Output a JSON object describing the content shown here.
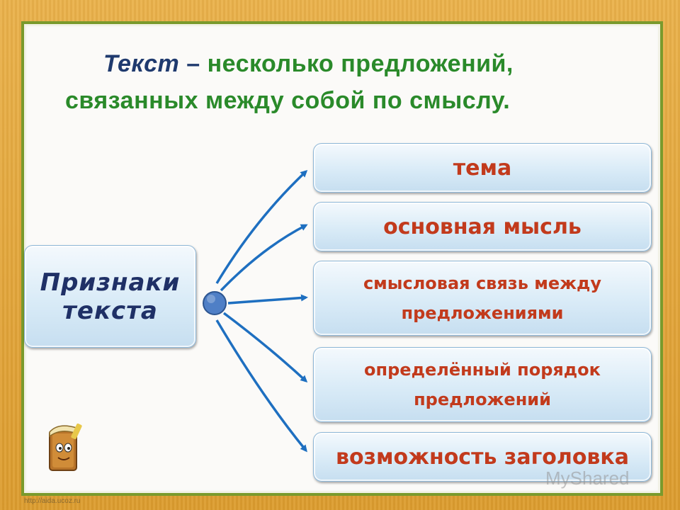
{
  "heading": {
    "term": "Текст",
    "dash": " – ",
    "line1_rest": "несколько предложений,",
    "line2": "связанных между собой по смыслу."
  },
  "left_box": {
    "line1": "Признаки",
    "line2": "текста"
  },
  "features": [
    {
      "line1": "тема",
      "line2": ""
    },
    {
      "line1": "основная мысль",
      "line2": ""
    },
    {
      "line1": "смысловая связь между",
      "line2": "предложениями"
    },
    {
      "line1": "определённый порядок",
      "line2": "предложений"
    },
    {
      "line1": "возможность заголовка",
      "line2": ""
    }
  ],
  "footer": {
    "url": "http://aida.ucoz.ru",
    "watermark": "MyShared"
  },
  "colors": {
    "frame": "#e2a63a",
    "border_green": "#7a9a2c",
    "heading_green": "#2a8a2a",
    "term_blue": "#1f3a6e",
    "feature_red": "#c23a1c",
    "arrow_blue": "#1e6fc0",
    "hub_blue": "#4f7fc6"
  },
  "icons": {
    "book": "book-mascot-icon",
    "hub": "hub-circle-icon"
  }
}
